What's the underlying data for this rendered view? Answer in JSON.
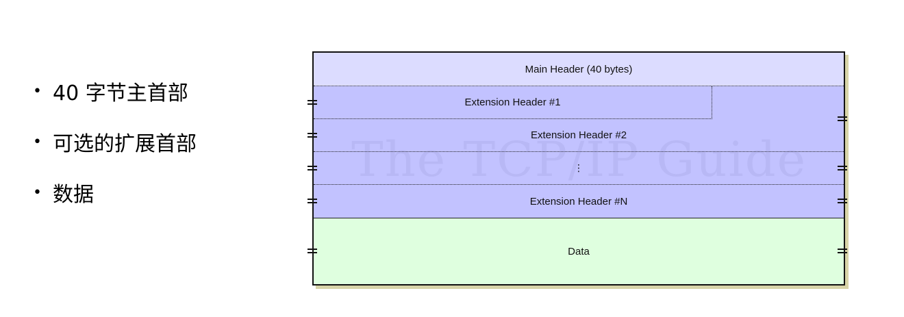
{
  "bullets": [
    {
      "text": "40 字节主首部"
    },
    {
      "text": "可选的扩展首部"
    },
    {
      "text": "数据"
    }
  ],
  "diagram": {
    "main_header": "Main Header (40 bytes)",
    "ext1": "Extension Header #1",
    "ext2": "Extension Header #2",
    "ext_dots": "⋮",
    "extn": "Extension Header #N",
    "data": "Data",
    "watermark": "The TCP/IP Guide",
    "colors": {
      "main_header": "#dcdcff",
      "extension": "#c2c2ff",
      "data": "#dfffdf"
    }
  }
}
